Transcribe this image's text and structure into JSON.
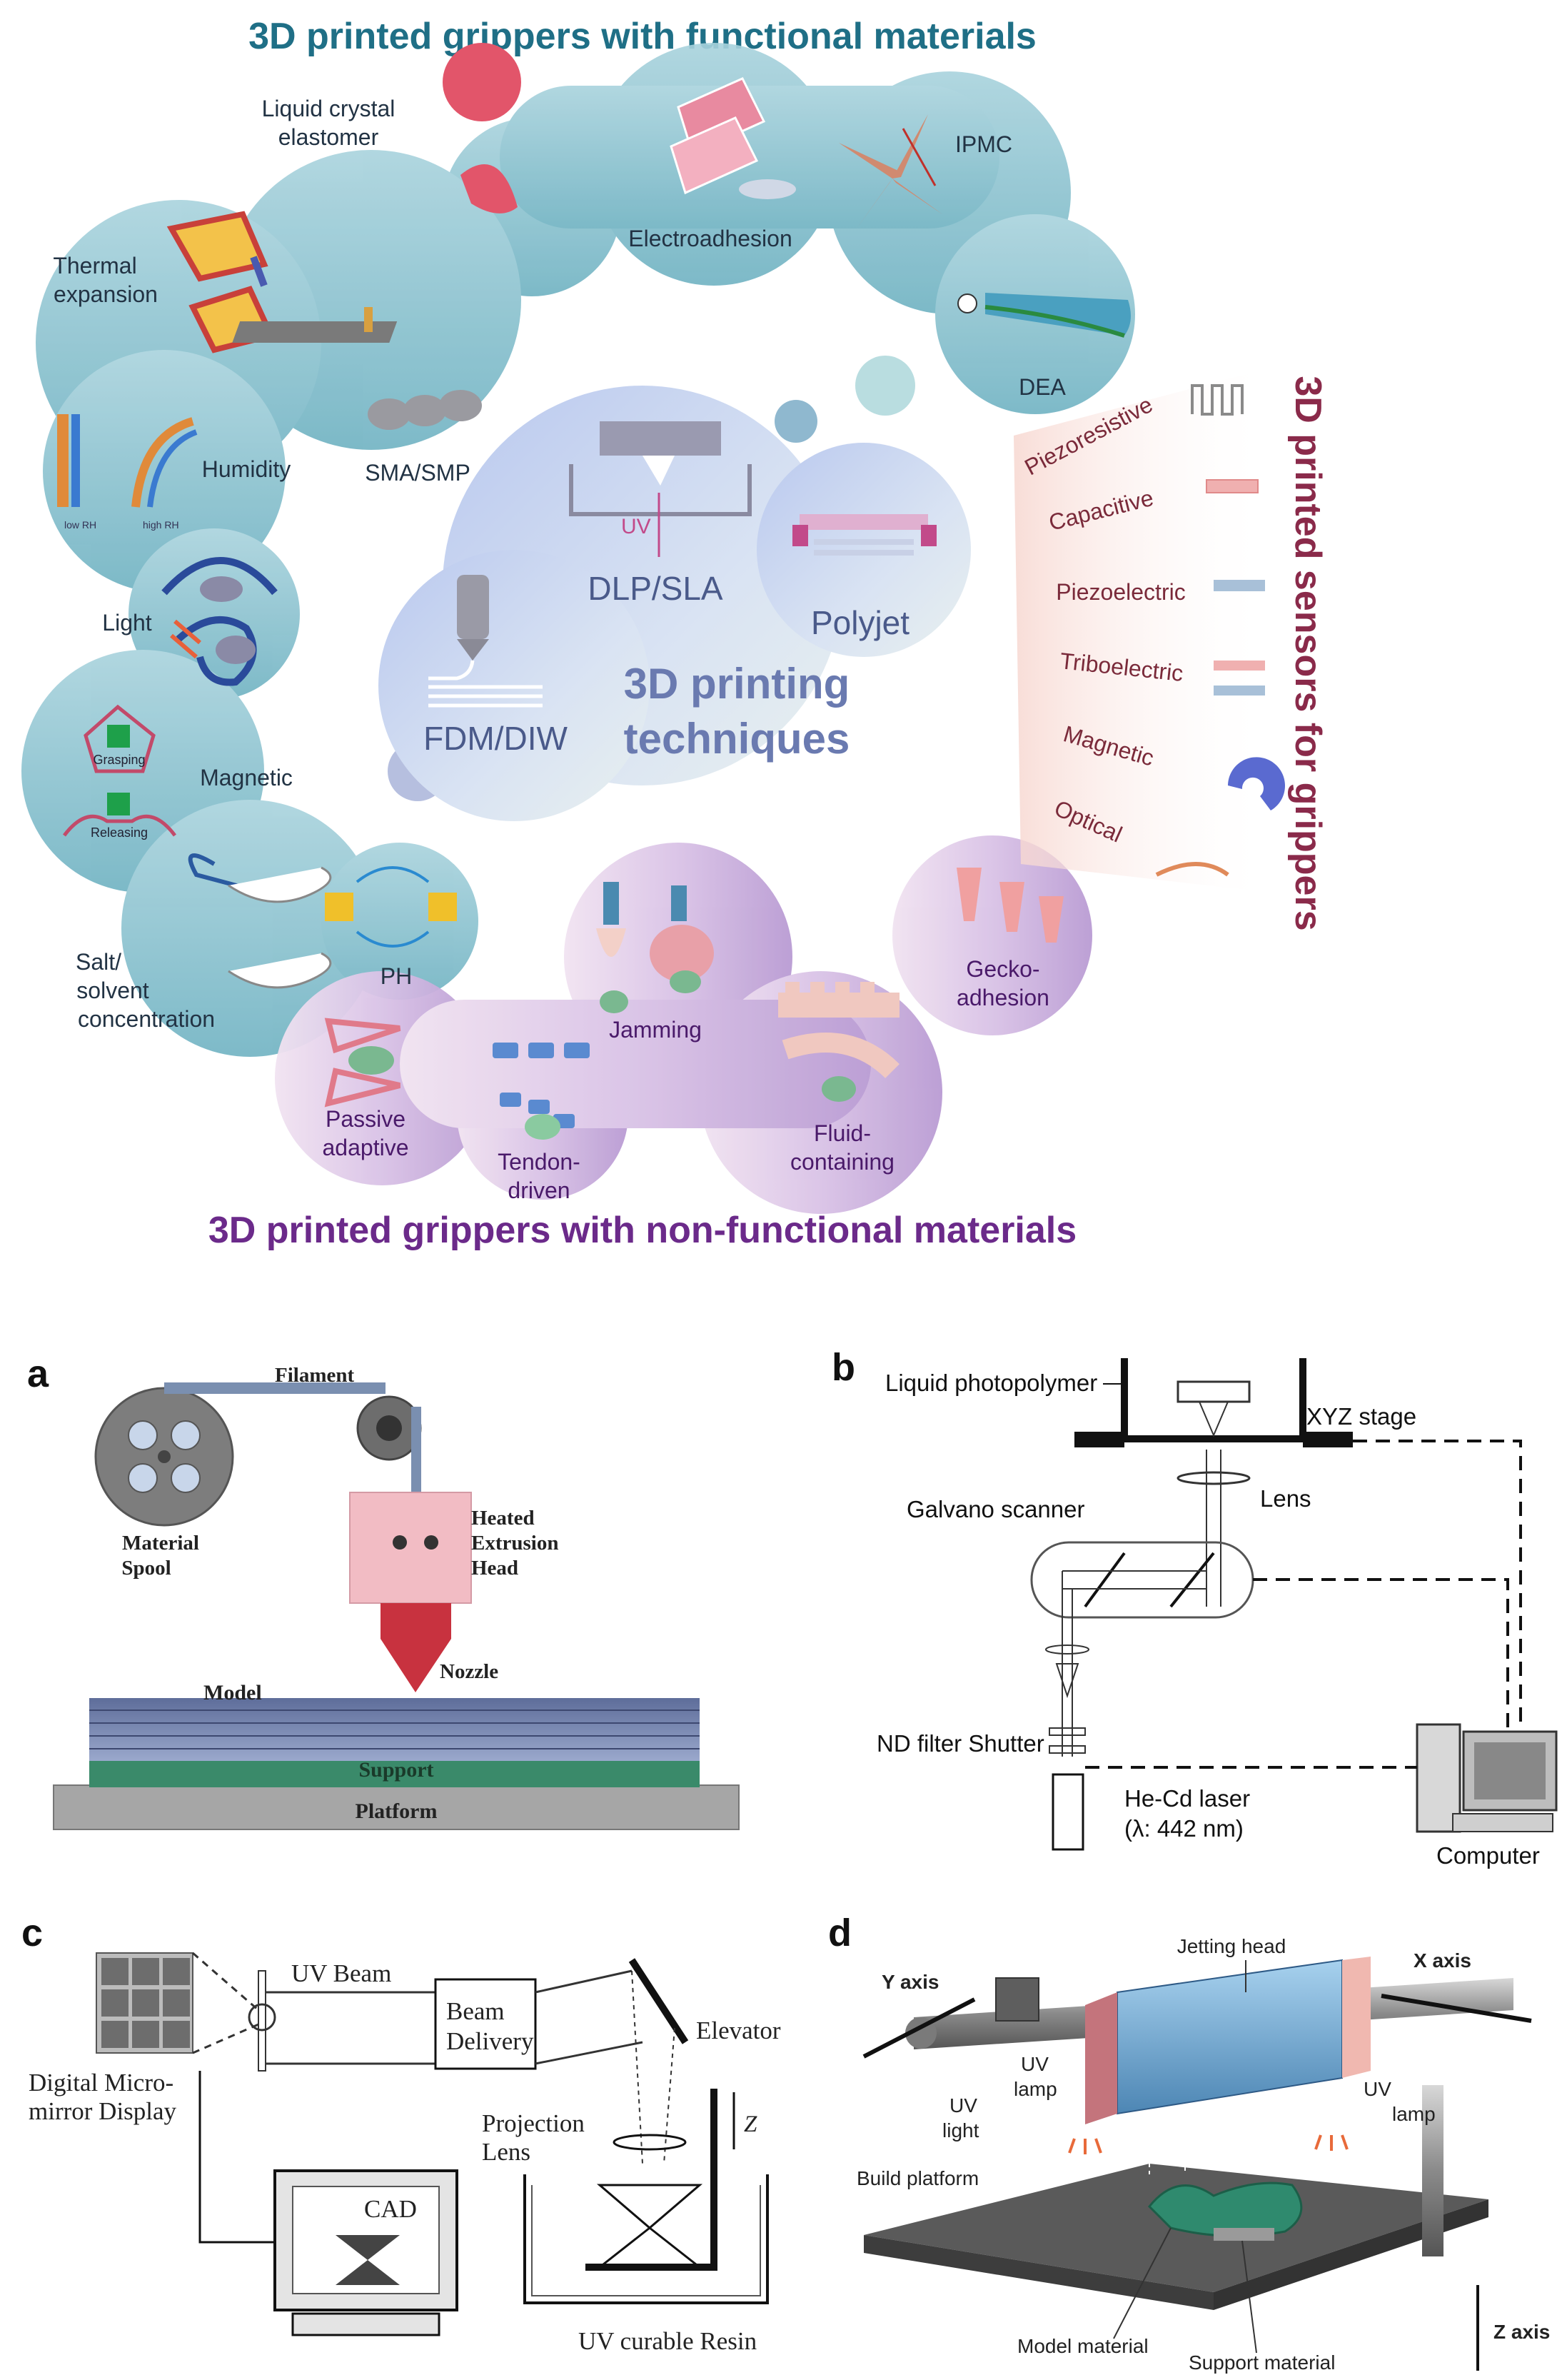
{
  "overview": {
    "title_top": "3D printed grippers with functional materials",
    "title_bottom": "3D printed grippers with non-functional materials",
    "title_right": "3D printed sensors for grippers",
    "center_title_line1": "3D printing",
    "center_title_line2": "techniques",
    "techniques": {
      "dlp": "DLP/SLA",
      "uv": "UV",
      "polyjet": "Polyjet",
      "fdm": "FDM/DIW"
    },
    "functional": {
      "lce_l1": "Liquid crystal",
      "lce_l2": "elastomer",
      "electroadhesion": "Electroadhesion",
      "ipmc": "IPMC",
      "dea": "DEA",
      "thermal_l1": "Thermal",
      "thermal_l2": "expansion",
      "sma": "SMA/SMP",
      "humidity": "Humidity",
      "light": "Light",
      "magnetic": "Magnetic",
      "grasping": "Grasping",
      "releasing": "Releasing",
      "salt_l1": "Salt/",
      "salt_l2": "solvent",
      "salt_l3": "concentration",
      "ph": "PH",
      "low_rh": "low RH",
      "high_rh": "high RH"
    },
    "nonfunctional": {
      "passive_l1": "Passive",
      "passive_l2": "adaptive",
      "tendon_l1": "Tendon-",
      "tendon_l2": "driven",
      "jamming": "Jamming",
      "fluid_l1": "Fluid-",
      "fluid_l2": "containing",
      "gecko_l1": "Gecko-",
      "gecko_l2": "adhesion"
    },
    "sensors": [
      "Piezoresistive",
      "Capacitive",
      "Piezoelectric",
      "Triboelectric",
      "Magnetic",
      "Optical"
    ],
    "colors": {
      "teal_title": "#1f6f86",
      "purple_title": "#6b2a8a",
      "sensor_title": "#8a2a4a",
      "tech_text": "#4a5a8a"
    }
  },
  "panel_a": {
    "letter": "a",
    "filament": "Filament",
    "spool_l1": "Material",
    "spool_l2": "Spool",
    "head_l1": "Heated",
    "head_l2": "Extrusion",
    "head_l3": "Head",
    "nozzle": "Nozzle",
    "model": "Model",
    "support": "Support",
    "platform": "Platform"
  },
  "panel_b": {
    "letter": "b",
    "photopolymer": "Liquid photopolymer",
    "xyz": "XYZ stage",
    "lens": "Lens",
    "galvano": "Galvano scanner",
    "nd": "ND filter Shutter",
    "laser_l1": "He-Cd laser",
    "laser_l2": "(λ: 442 nm)",
    "computer": "Computer"
  },
  "panel_c": {
    "letter": "c",
    "uv_beam": "UV Beam",
    "dmd_l1": "Digital  Micro-",
    "dmd_l2": "mirror Display",
    "beam_l1": "Beam",
    "beam_l2": "Delivery",
    "elevator": "Elevator",
    "proj_l1": "Projection",
    "proj_l2": "Lens",
    "z": "Z",
    "cad": "CAD",
    "resin": "UV curable Resin"
  },
  "panel_d": {
    "letter": "d",
    "jetting": "Jetting head",
    "y_axis": "Y axis",
    "x_axis": "X axis",
    "uv_lamp_l1": "UV",
    "uv_lamp_l2": "lamp",
    "uv_light_l1": "UV",
    "uv_light_l2": "light",
    "build": "Build platform",
    "model": "Model material",
    "support": "Support material",
    "z_axis": "Z axis"
  }
}
